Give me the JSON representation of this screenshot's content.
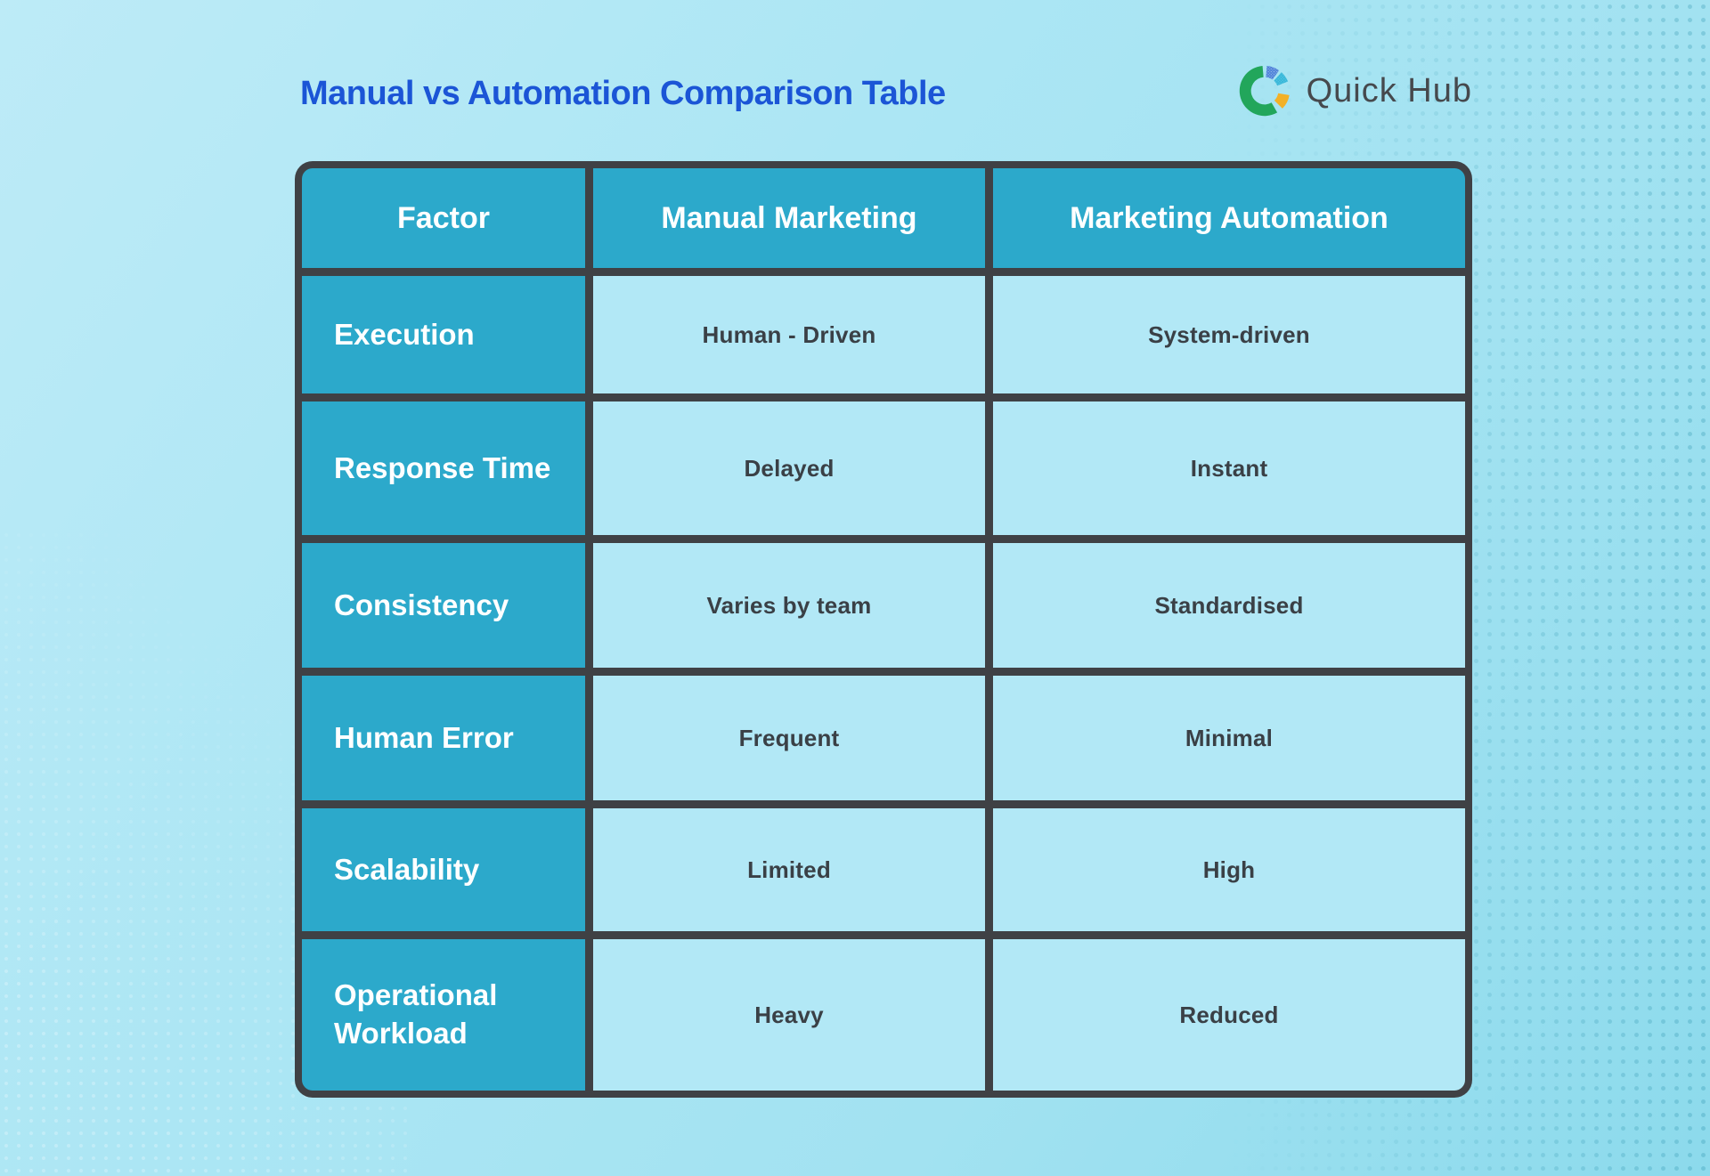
{
  "page": {
    "title": "Manual vs Automation Comparison Table"
  },
  "brand": {
    "name": "Quick Hub",
    "icon": "quickhub-donut-icon"
  },
  "colors": {
    "title_blue": "#1B55D6",
    "header_teal": "#2CA9CB",
    "cell_light_blue": "#B2E8F6",
    "table_border_dark": "#3F4145",
    "cell_text": "#3A4046",
    "background_blue": "#A9E4F2",
    "logo_green": "#22A65B",
    "logo_blue": "#4A80D8",
    "logo_teal": "#35B7D9",
    "logo_yellow": "#F2B127"
  },
  "table": {
    "columns": [
      "Factor",
      "Manual Marketing",
      "Marketing Automation"
    ],
    "rows": [
      {
        "factor": "Execution",
        "manual": "Human - Driven",
        "automation": "System-driven"
      },
      {
        "factor": "Response Time",
        "manual": "Delayed",
        "automation": "Instant"
      },
      {
        "factor": "Consistency",
        "manual": "Varies by team",
        "automation": "Standardised"
      },
      {
        "factor": "Human Error",
        "manual": "Frequent",
        "automation": "Minimal"
      },
      {
        "factor": "Scalability",
        "manual": "Limited",
        "automation": "High"
      },
      {
        "factor": "Operational Workload",
        "manual": "Heavy",
        "automation": "Reduced"
      }
    ]
  }
}
